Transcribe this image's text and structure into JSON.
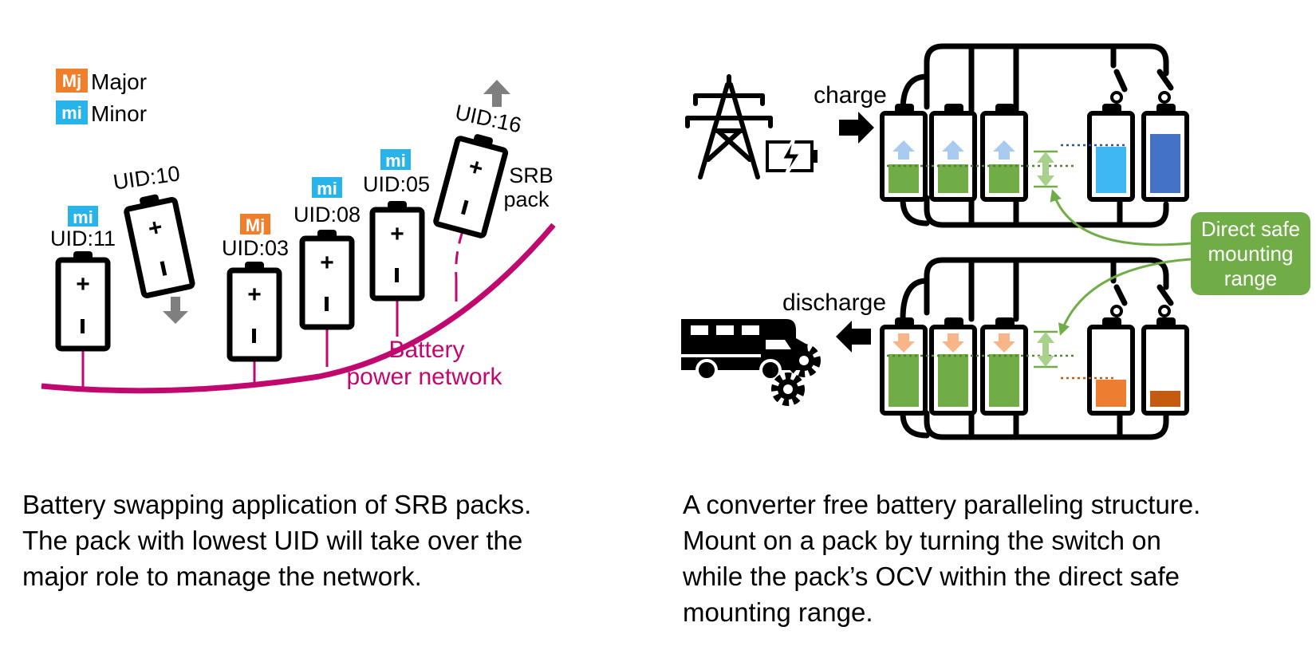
{
  "legend": {
    "major_badge": "Mj",
    "major_label": "Major",
    "minor_badge": "mi",
    "minor_label": "Minor"
  },
  "network_label": [
    "Battery",
    "power network"
  ],
  "packs": [
    {
      "uid": "UID:11",
      "role": "mi"
    },
    {
      "uid": "UID:10",
      "role": ""
    },
    {
      "uid": "UID:03",
      "role": "Mj"
    },
    {
      "uid": "UID:08",
      "role": "mi"
    },
    {
      "uid": "UID:05",
      "role": "mi"
    },
    {
      "uid": "UID:16",
      "role": ""
    }
  ],
  "srb_label": [
    "SRB",
    "pack"
  ],
  "right": {
    "charge_label": "charge",
    "discharge_label": "discharge",
    "safe_range_label": [
      "Direct safe",
      "mounting",
      "range"
    ]
  },
  "captions": {
    "left": [
      "Battery swapping application of SRB packs.",
      "The pack with lowest UID will take over the",
      "major role to manage the network."
    ],
    "right": [
      "A converter free battery paralleling structure.",
      "Mount on a pack by turning the switch on",
      "while the pack’s OCV within the direct safe",
      "mounting range."
    ]
  },
  "colors": {
    "network": "#c0086f",
    "major": "#f07f2b",
    "minor": "#28b3ea",
    "green": "#70ad47",
    "blue_light": "#3fb7f0",
    "blue_dark": "#4472c4",
    "orange": "#ed7d31",
    "orange_dark": "#c55a11",
    "arrow_up": "#a9cbef",
    "arrow_down": "#f8b58a",
    "gray_arrow": "#7f7f7f"
  }
}
